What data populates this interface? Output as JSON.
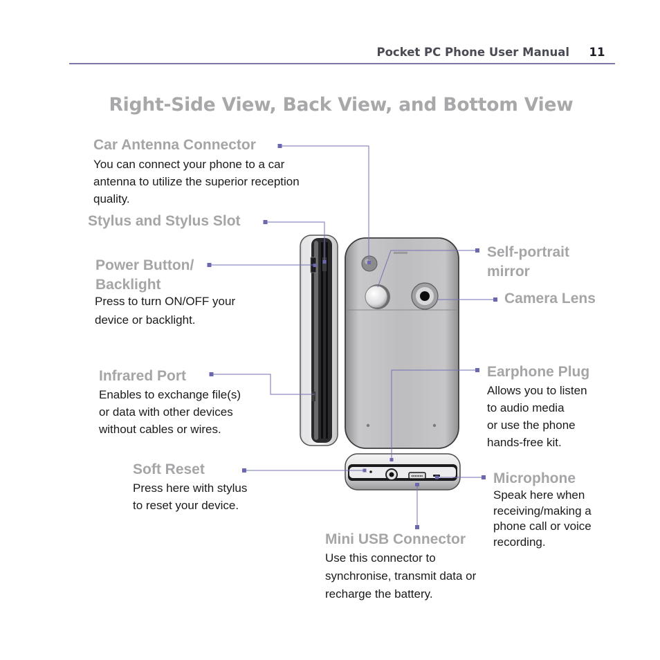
{
  "header": {
    "title": "Pocket PC Phone User Manual",
    "page_number": "11"
  },
  "page_title": "Right-Side View, Back View, and Bottom View",
  "callouts": {
    "car_antenna": {
      "label": "Car Antenna Connector",
      "description": [
        "You can connect your phone to a car",
        "antenna to utilize the superior reception",
        "quality."
      ]
    },
    "stylus": {
      "label": "Stylus and Stylus Slot"
    },
    "power": {
      "label": [
        "Power Button/",
        "Backlight"
      ],
      "description": [
        "Press to turn ON/OFF your",
        "device or backlight."
      ]
    },
    "infrared": {
      "label": "Infrared Port",
      "description": [
        "Enables to exchange file(s)",
        "or data with other devices",
        "without cables or wires."
      ]
    },
    "soft_reset": {
      "label": "Soft Reset",
      "description": [
        "Press here with stylus",
        "to reset your device."
      ]
    },
    "mini_usb": {
      "label": "Mini USB Connector",
      "description": [
        "Use this connector to",
        "synchronise, transmit data or",
        "recharge the battery."
      ]
    },
    "self_portrait": {
      "label": [
        "Self-portrait",
        "mirror"
      ]
    },
    "camera_lens": {
      "label": "Camera Lens"
    },
    "earphone": {
      "label": "Earphone Plug",
      "description": [
        "Allows you to listen",
        "to audio media",
        "or use the phone",
        "hands-free kit."
      ]
    },
    "microphone": {
      "label": "Microphone",
      "description": [
        "Speak here when",
        "receiving/making a",
        "phone call or voice",
        "recording."
      ]
    }
  },
  "colors": {
    "leader_line": "#7470b4",
    "label_gray": "#a5a5a7",
    "header_rule": "#7d78aa",
    "device_body": "#b9b9bb"
  }
}
